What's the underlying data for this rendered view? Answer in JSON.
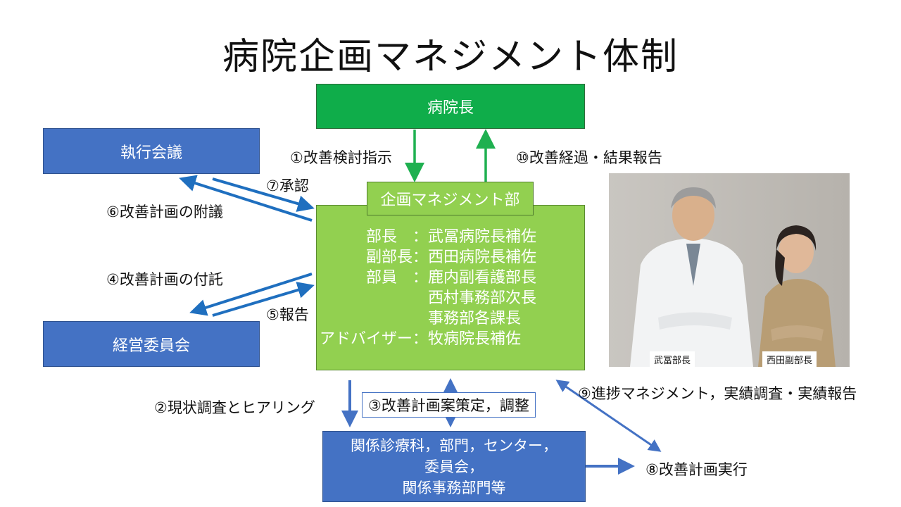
{
  "title": "病院企画マネジメント体制",
  "boxes": {
    "director": "病院長",
    "executive": "執行会議",
    "management": "経営委員会",
    "planning_dept": "企画マネジメント部",
    "departments": [
      "関係診療科，部門，センター，",
      "委員会，",
      "関係事務部門等"
    ]
  },
  "members": [
    {
      "role": "部長　：",
      "name": "武冨病院長補佐"
    },
    {
      "role": "副部長：",
      "name": "西田病院長補佐"
    },
    {
      "role": "部員　：",
      "name": "鹿内副看護部長"
    },
    {
      "role": "",
      "name": "西村事務部次長"
    },
    {
      "role": "",
      "name": "事務部各課長"
    },
    {
      "role": "アドバイザー：",
      "name": "牧病院長補佐"
    }
  ],
  "steps": {
    "s1": "①改善検討指示",
    "s2": "②現状調査とヒアリング",
    "s3": "③改善計画案策定，調整",
    "s4": "④改善計画の付託",
    "s5": "⑤報告",
    "s6": "⑥改善計画の附議",
    "s7": "⑦承認",
    "s8": "⑧改善計画実行",
    "s9": "⑨進捗マネジメント，実績調査・実績報告",
    "s10": "⑩改善経過・結果報告"
  },
  "photo": {
    "caption_left": "武冨部長",
    "caption_right": "西田副部長"
  },
  "colors": {
    "dark_green": "#0fad4a",
    "light_green": "#92d050",
    "blue_box": "#4472c4",
    "arrow_blue": "#1f6fbf"
  }
}
